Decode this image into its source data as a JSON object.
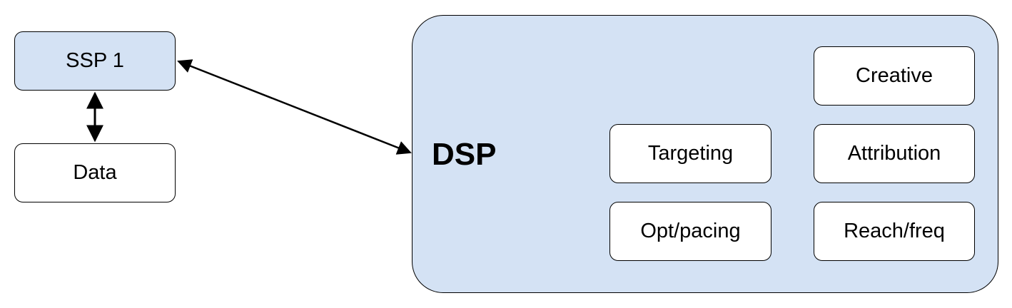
{
  "diagram": {
    "nodes": {
      "ssp1": "SSP 1",
      "data": "Data",
      "dsp": "DSP",
      "creative": "Creative",
      "targeting": "Targeting",
      "attribution": "Attribution",
      "opt_pacing": "Opt/pacing",
      "reach_freq": "Reach/freq"
    },
    "edges": [
      {
        "from": "SSP 1",
        "to": "DSP",
        "direction": "both"
      },
      {
        "from": "SSP 1",
        "to": "Data",
        "direction": "both"
      }
    ],
    "colors": {
      "fill_blue": "#d4e2f4",
      "fill_white": "#ffffff",
      "stroke": "#000000"
    }
  }
}
